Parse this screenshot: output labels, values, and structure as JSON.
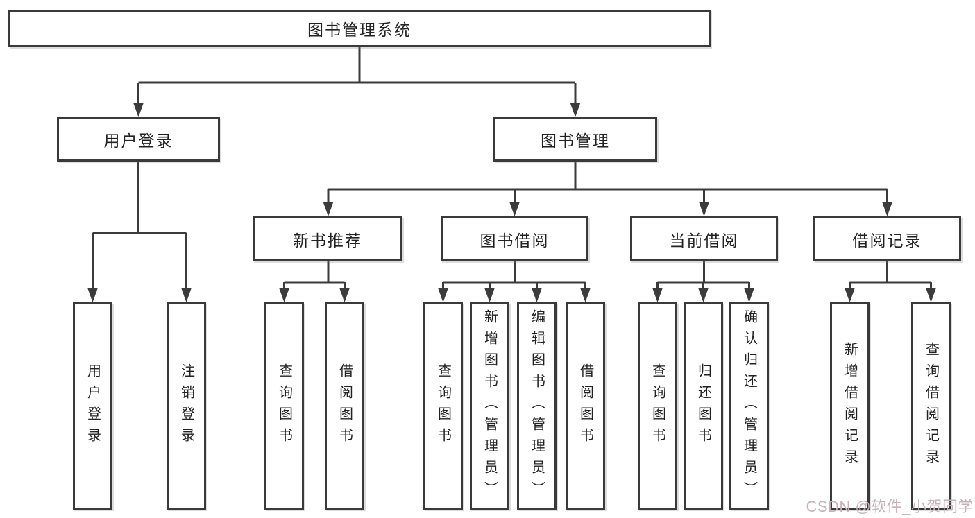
{
  "colors": {
    "line": "#3b3b3b",
    "box_border": "#3a3a3a",
    "text": "#222222",
    "background": "#ffffff",
    "watermark": "#c6b2b7"
  },
  "diagram": {
    "root": {
      "label": "图书管理系统"
    },
    "level2": [
      {
        "id": "user-login",
        "label": "用户登录",
        "children": [
          {
            "id": "leaf-user-login",
            "label": "用户登录"
          },
          {
            "id": "leaf-logout-login",
            "label": "注销登录"
          }
        ]
      },
      {
        "id": "book-management",
        "label": "图书管理",
        "children": [
          {
            "id": "new-book-recommend",
            "label": "新书推荐",
            "children": [
              {
                "id": "leaf-query-books",
                "label": "查询图书"
              },
              {
                "id": "leaf-borrow-books",
                "label": "借阅图书"
              }
            ]
          },
          {
            "id": "book-borrowing",
            "label": "图书借阅",
            "children": [
              {
                "id": "leaf-query-books",
                "label": "查询图书"
              },
              {
                "id": "leaf-add-books-admin",
                "label": "新增图书（管理员）"
              },
              {
                "id": "leaf-edit-books-admin",
                "label": "编辑图书（管理员）"
              },
              {
                "id": "leaf-borrow-books",
                "label": "借阅图书"
              }
            ]
          },
          {
            "id": "current-borrowing",
            "label": "当前借阅",
            "children": [
              {
                "id": "leaf-query-books",
                "label": "查询图书"
              },
              {
                "id": "leaf-return-books",
                "label": "归还图书"
              },
              {
                "id": "leaf-confirm-return-admin",
                "label": "确认归还（管理员）"
              }
            ]
          },
          {
            "id": "borrowing-records",
            "label": "借阅记录",
            "children": [
              {
                "id": "leaf-add-borrow-record",
                "label": "新增借阅记录"
              },
              {
                "id": "leaf-query-borrow-record",
                "label": "查询借阅记录"
              }
            ]
          }
        ]
      }
    ]
  },
  "watermark": {
    "text": "CSDN @软件_小贺同学"
  }
}
